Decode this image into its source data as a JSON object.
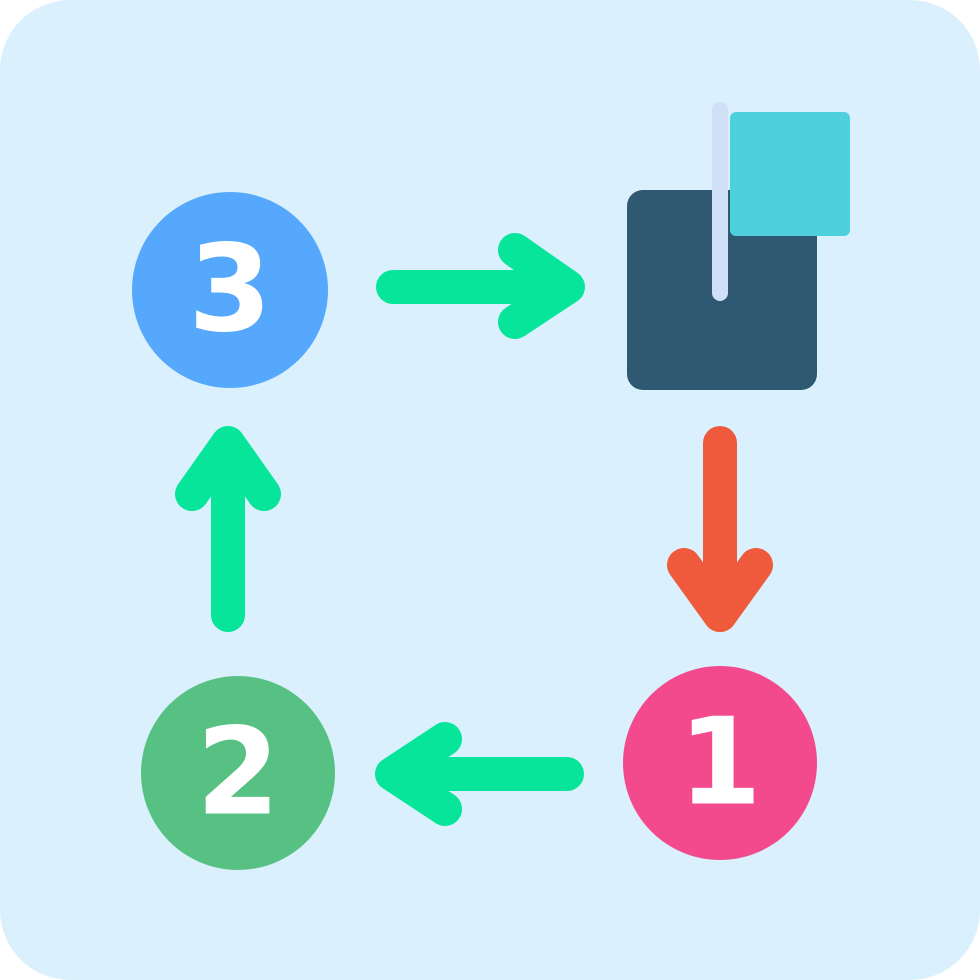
{
  "icon": {
    "steps": [
      {
        "label": "1",
        "color": "#f24a8c"
      },
      {
        "label": "2",
        "color": "#57c184"
      },
      {
        "label": "3",
        "color": "#55a8fb"
      }
    ],
    "flag": {
      "base_color": "#2f5872",
      "flag_color": "#4fd1dd",
      "pole_color": "#cfe0f7"
    },
    "arrows": {
      "primary_color": "#07e59b",
      "accent_color": "#f05a3c"
    },
    "background_color": "#daf0fd",
    "label_color": "#ffffff"
  }
}
